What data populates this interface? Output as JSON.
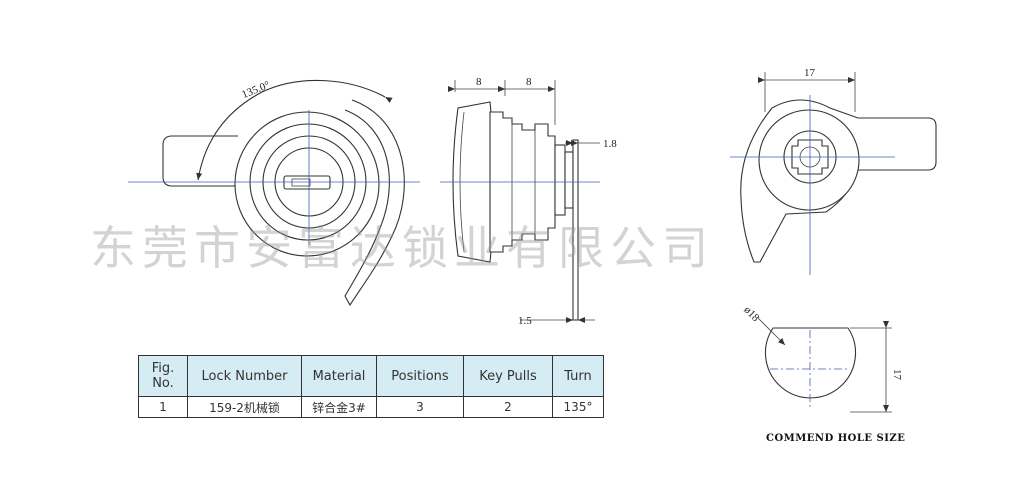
{
  "watermark": "东莞市安富达锁业有限公司",
  "dimensions": {
    "front_angle": "135.0°",
    "side_width_a": "8",
    "side_width_b": "8",
    "side_thickness_top": "1.8",
    "side_thickness_bottom": "1.5",
    "rear_width": "17",
    "hole_diameter": "ø18",
    "hole_height": "17"
  },
  "table": {
    "headers": [
      "Fig. No.",
      "Lock Number",
      "Material",
      "Positions",
      "Key Pulls",
      "Turn"
    ],
    "row": [
      "1",
      "159-2机械锁",
      "锌合金3#",
      "3",
      "2",
      "135°"
    ]
  },
  "caption": "COMMEND HOLE SIZE",
  "colors": {
    "header_bg": "#d6ecf5",
    "centerline": "#3d5fb5",
    "line": "#333333"
  }
}
